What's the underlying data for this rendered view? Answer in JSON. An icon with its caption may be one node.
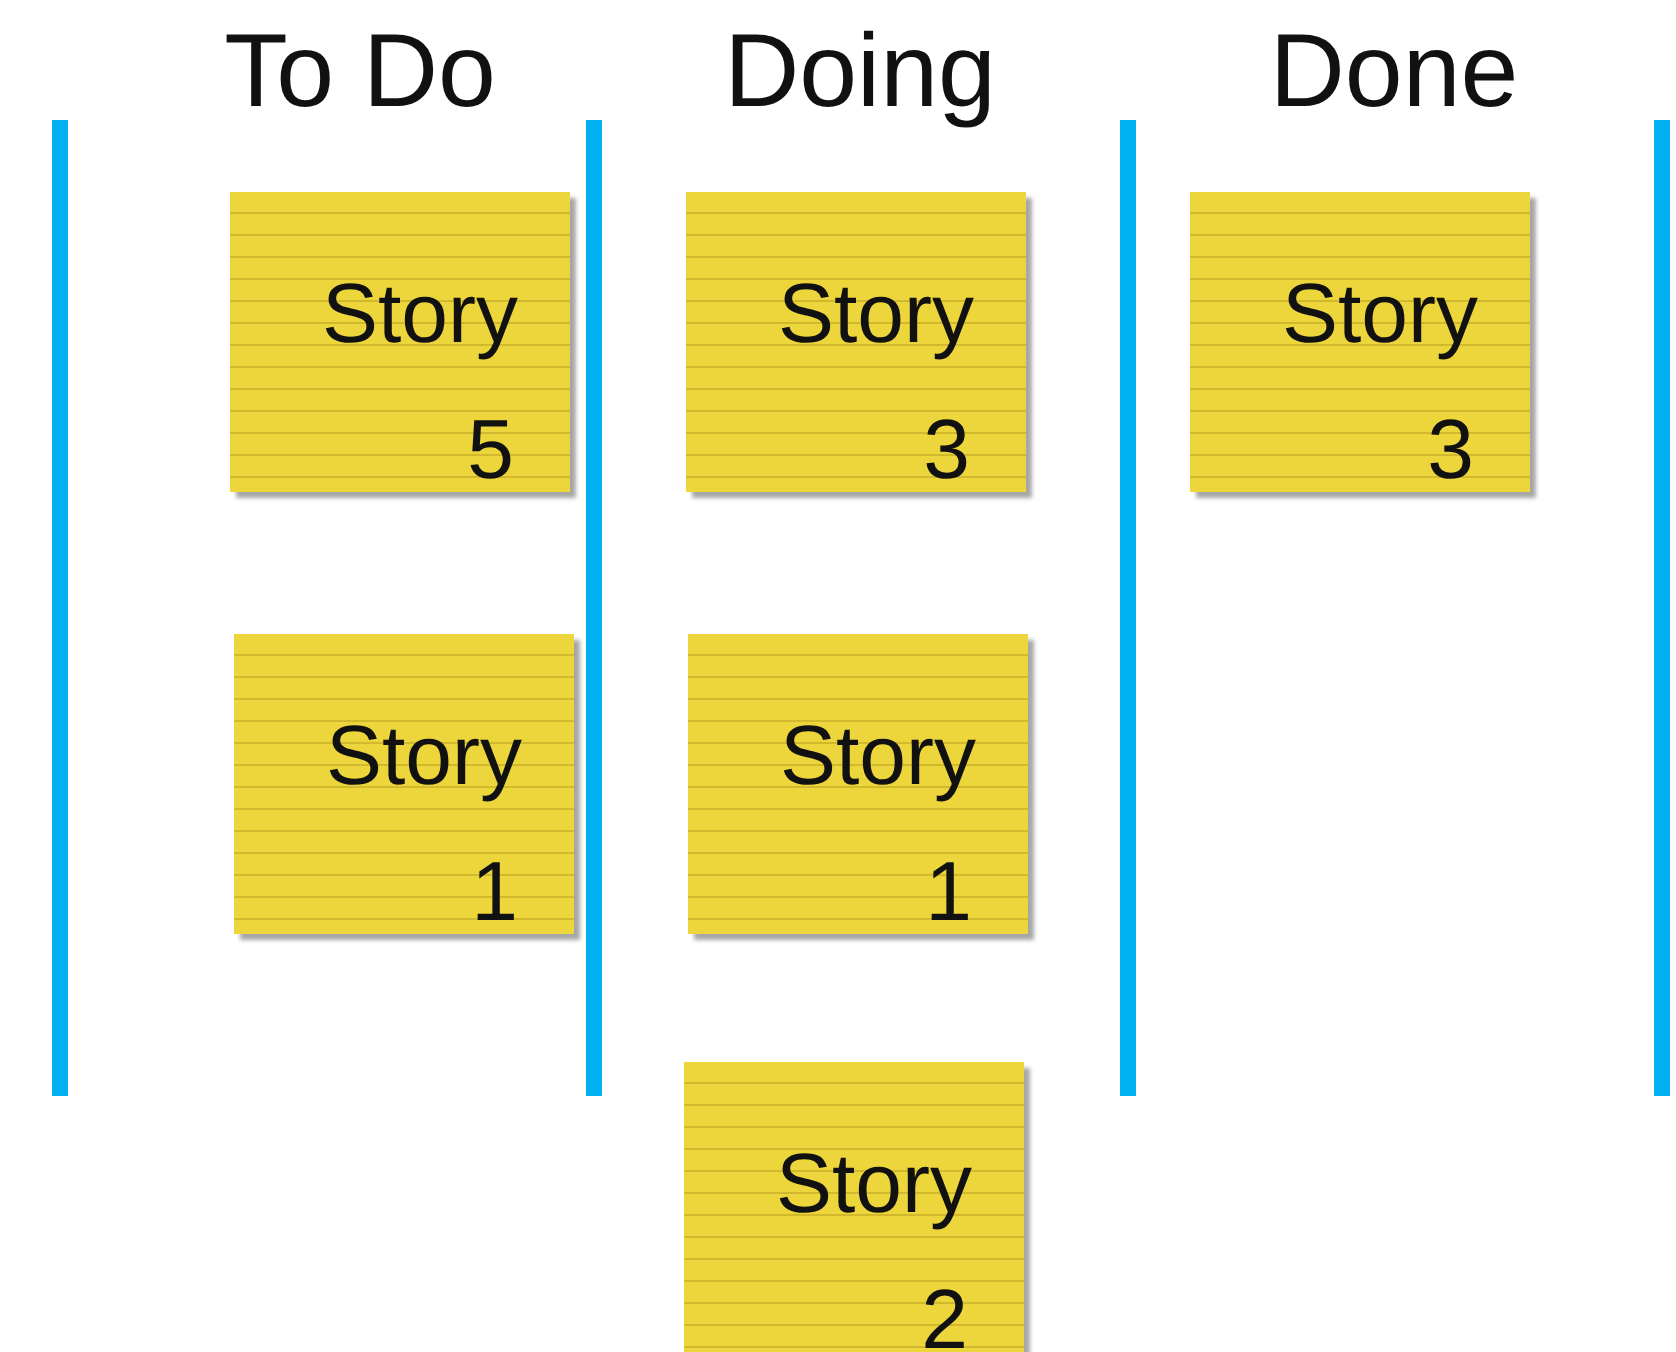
{
  "diagram": {
    "nodes": [
      {
        "text": [
          "Story",
          "5"
        ]
      },
      {
        "text": [
          "Story",
          "1"
        ]
      },
      {
        "text": [
          "Story",
          "3"
        ]
      },
      {
        "text": [
          "Story",
          "1"
        ]
      },
      {
        "text": [
          "Story",
          "2"
        ]
      },
      {
        "text": [
          "Story",
          "3"
        ]
      }
    ],
    "labels": [
      "To Do",
      "Doing",
      "Done"
    ]
  }
}
